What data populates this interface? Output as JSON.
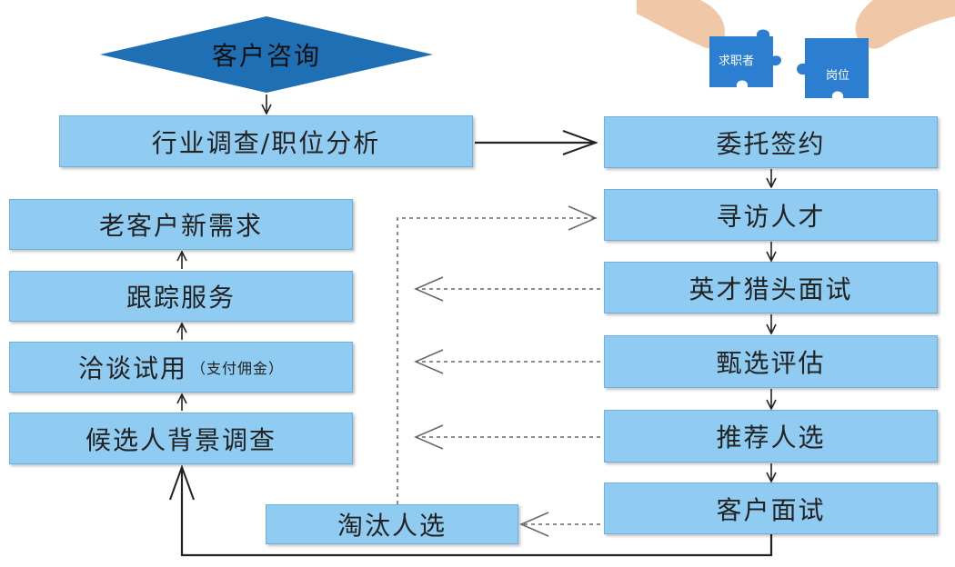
{
  "start": "客户咨询",
  "nodes": {
    "industry_research": "行业调查/职位分析",
    "entrust": "委托签约",
    "search_talent": "寻访人才",
    "interview": "英才猎头面试",
    "evaluate": "甄选评估",
    "recommend": "推荐人选",
    "client_interview": "客户面试",
    "eliminate": "淘汰人选",
    "background_check": "候选人背景调查",
    "negotiate": "洽谈试用",
    "negotiate_note": "（支付佣金）",
    "follow_up": "跟踪服务",
    "new_demand": "老客户新需求"
  },
  "puzzle": {
    "left_label": "求职者",
    "right_label": "岗位"
  },
  "colors": {
    "box_fill": "#90ccf2",
    "diamond_fill": "#1e6fb4",
    "puzzle_fill": "#2c7fd0",
    "arrow": "#222222"
  }
}
